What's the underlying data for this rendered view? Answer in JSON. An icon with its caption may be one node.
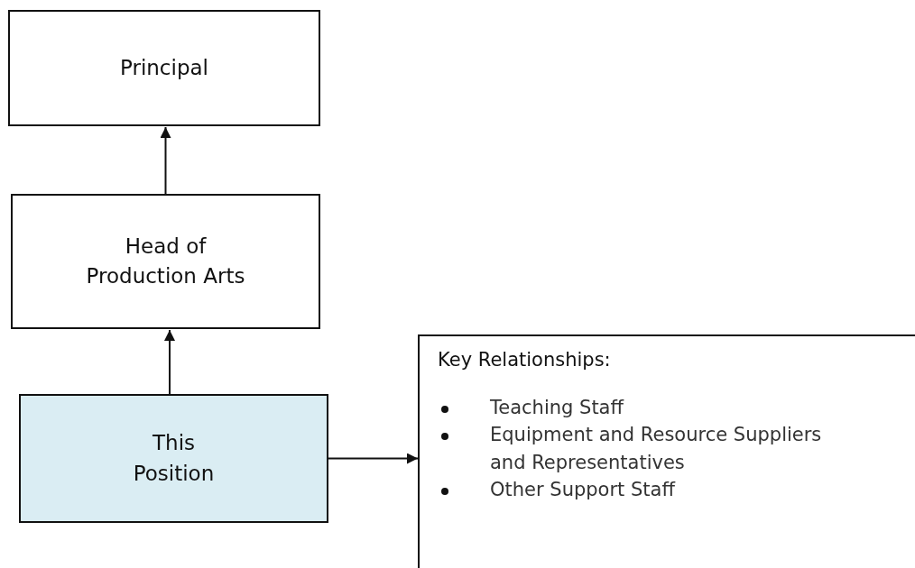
{
  "diagram": {
    "nodes": [
      {
        "text": [
          "Principal"
        ]
      },
      {
        "text": [
          "Head of Production Arts"
        ]
      },
      {
        "text": [
          "This Position"
        ]
      },
      {
        "text": [
          "**Key Relationships**:",
          "Teaching Staff",
          "Equipment and Resource Suppliers and Representatives",
          "Other Support Staff"
        ]
      }
    ],
    "edges": [
      {
        "from": 1,
        "to": 0,
        "arrow": "to"
      },
      {
        "from": 2,
        "to": 1,
        "arrow": "to"
      },
      {
        "from": 2,
        "to": 3,
        "arrow": "to"
      }
    ]
  }
}
